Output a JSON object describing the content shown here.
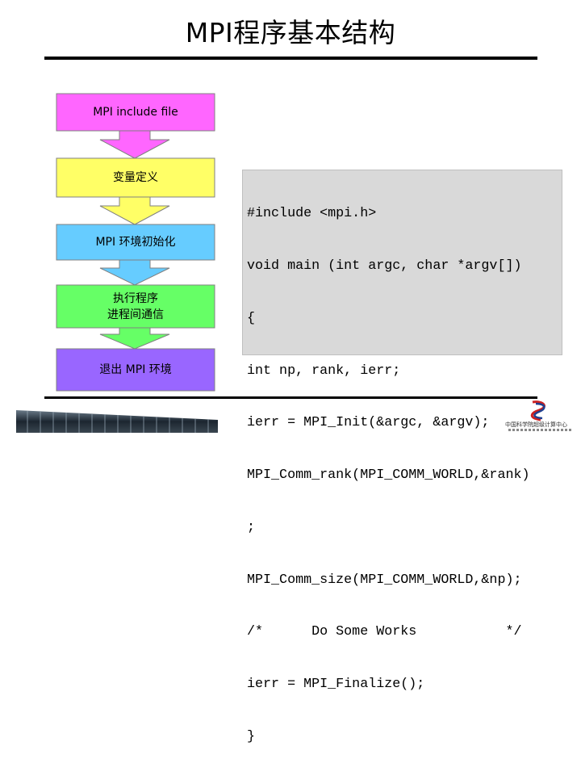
{
  "title": "MPI程序基本结构",
  "flow": {
    "steps": [
      {
        "label": "MPI include file",
        "color": "#ff66ff"
      },
      {
        "label": "变量定义",
        "color": "#ffff66"
      },
      {
        "label": "MPI 环境初始化",
        "color": "#66ccff"
      },
      {
        "label": "执行程序",
        "label2": "进程间通信",
        "color": "#66ff66"
      },
      {
        "label": "退出 MPI 环境",
        "color": "#9966ff"
      }
    ],
    "arrow_colors": [
      "#ff66ff",
      "#ffff66",
      "#66ccff",
      "#66ff66"
    ]
  },
  "code": {
    "lines": [
      "#include <mpi.h>",
      "void main (int argc, char *argv[])",
      "{",
      "int np, rank, ierr;",
      "ierr = MPI_Init(&argc, &argv);",
      "MPI_Comm_rank(MPI_COMM_WORLD,&rank)",
      ";",
      "MPI_Comm_size(MPI_COMM_WORLD,&np);",
      "/*      Do Some Works           */",
      "ierr = MPI_Finalize();",
      "}"
    ]
  },
  "footer": {
    "logo_text": "中国科学院超级计算中心"
  }
}
